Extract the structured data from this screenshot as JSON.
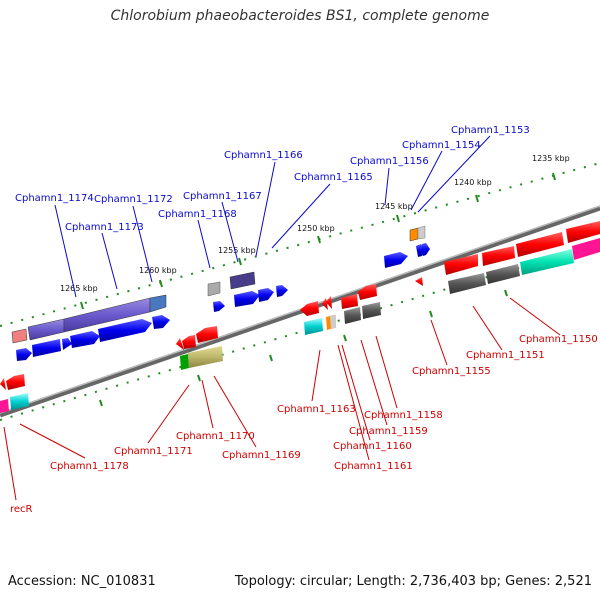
{
  "title": "Chlorobium phaeobacteroides BS1, complete genome",
  "footer": {
    "accession": "Accession: NC_010831",
    "summary": "Topology: circular; Length: 2,736,403 bp; Genes: 2,521"
  },
  "scale_labels": [
    "1235 kbp",
    "1240 kbp",
    "1245 kbp",
    "1250 kbp",
    "1255 kbp",
    "1260 kbp",
    "1265 kbp"
  ],
  "gene_labels_top": [
    "Cphamn1_1153",
    "Cphamn1_1154",
    "Cphamn1_1156",
    "Cphamn1_1166",
    "Cphamn1_1165",
    "Cphamn1_1167",
    "Cphamn1_1168",
    "Cphamn1_1172",
    "Cphamn1_1173",
    "Cphamn1_1174"
  ],
  "gene_labels_bottom": [
    "Cphamn1_1150",
    "Cphamn1_1151",
    "Cphamn1_1155",
    "Cphamn1_1158",
    "Cphamn1_1159",
    "Cphamn1_1160",
    "Cphamn1_1161",
    "Cphamn1_1163",
    "Cphamn1_1170",
    "Cphamn1_1169",
    "Cphamn1_1171",
    "Cphamn1_1178",
    "recR"
  ],
  "colors": {
    "forward": "#0000ee",
    "reverse": "#ee0000",
    "backbone": "#888888",
    "ticks": "#228b22"
  }
}
